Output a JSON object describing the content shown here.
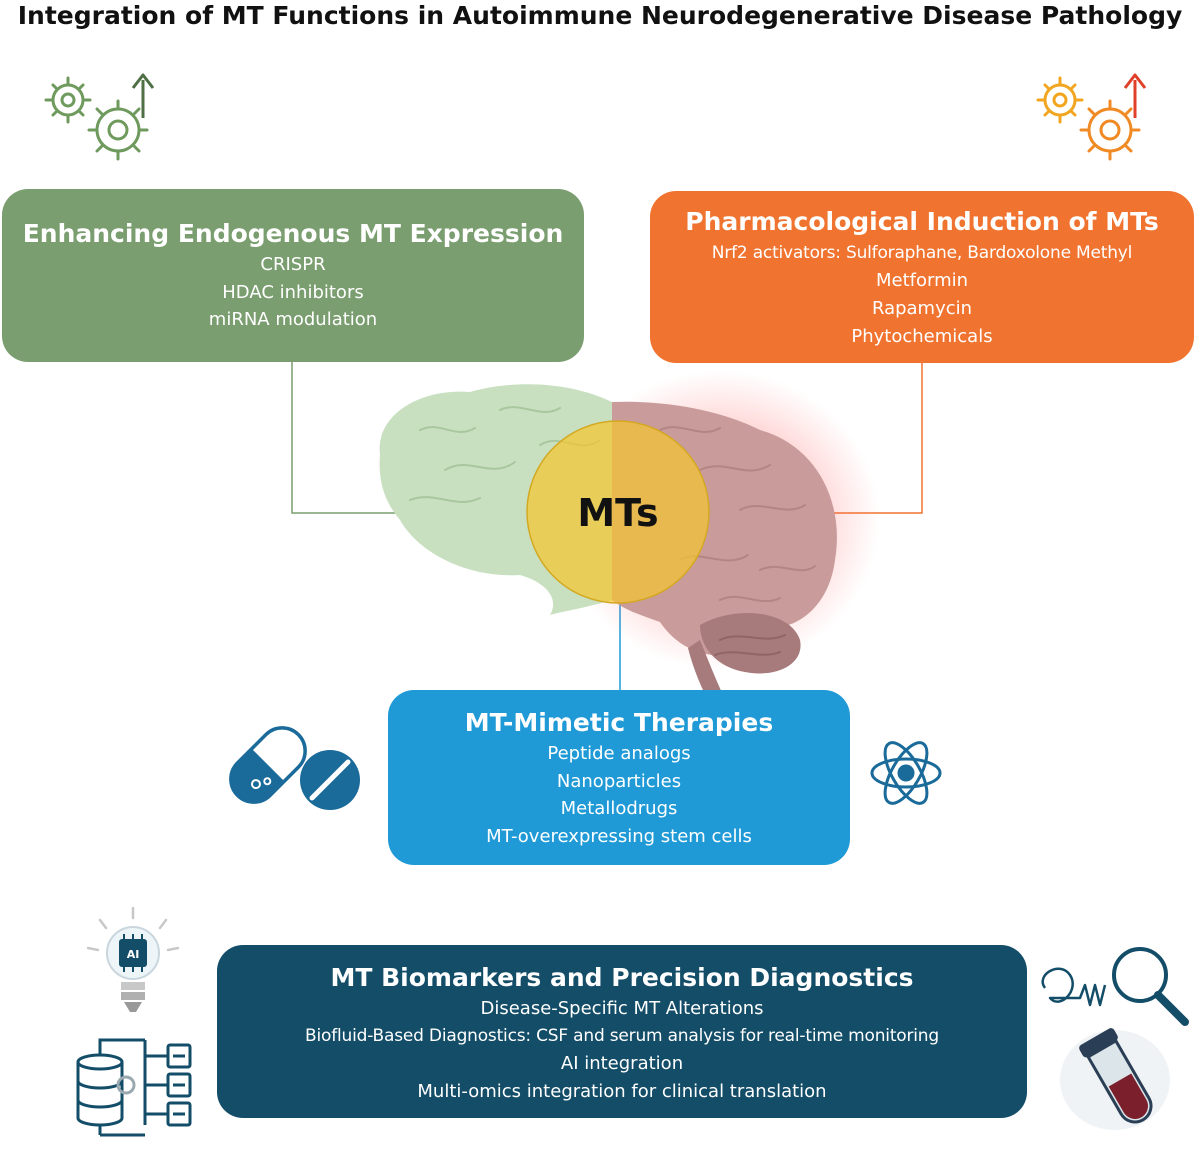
{
  "title": "Integration of MT Functions in Autoimmune Neurodegenerative Disease Pathology",
  "center": {
    "label": "MTs"
  },
  "boxes": {
    "endogenous": {
      "heading": "Enhancing Endogenous MT Expression",
      "items": [
        "CRISPR",
        "HDAC inhibitors",
        "miRNA modulation"
      ]
    },
    "pharmacological": {
      "heading": "Pharmacological Induction of MTs",
      "items": [
        "Nrf2 activators: Sulforaphane, Bardoxolone Methyl",
        "Metformin",
        "Rapamycin",
        "Phytochemicals"
      ]
    },
    "mimetic": {
      "heading": "MT-Mimetic Therapies",
      "items": [
        "Peptide analogs",
        "Nanoparticles",
        "Metallodrugs",
        "MT-overexpressing stem cells"
      ]
    },
    "biomarkers": {
      "heading": "MT Biomarkers and Precision Diagnostics",
      "items": [
        "Disease-Specific MT Alterations",
        "Biofluid-Based Diagnostics: CSF and serum analysis for real-time monitoring",
        "AI integration",
        "Multi-omics integration for clinical translation"
      ]
    }
  },
  "icons": {
    "ai_chip_label": "AI"
  },
  "colors": {
    "green": "#7a9e6f",
    "orange": "#f07430",
    "blue": "#1f9ad6",
    "navy": "#134d68",
    "circle": "#f5c62e"
  }
}
